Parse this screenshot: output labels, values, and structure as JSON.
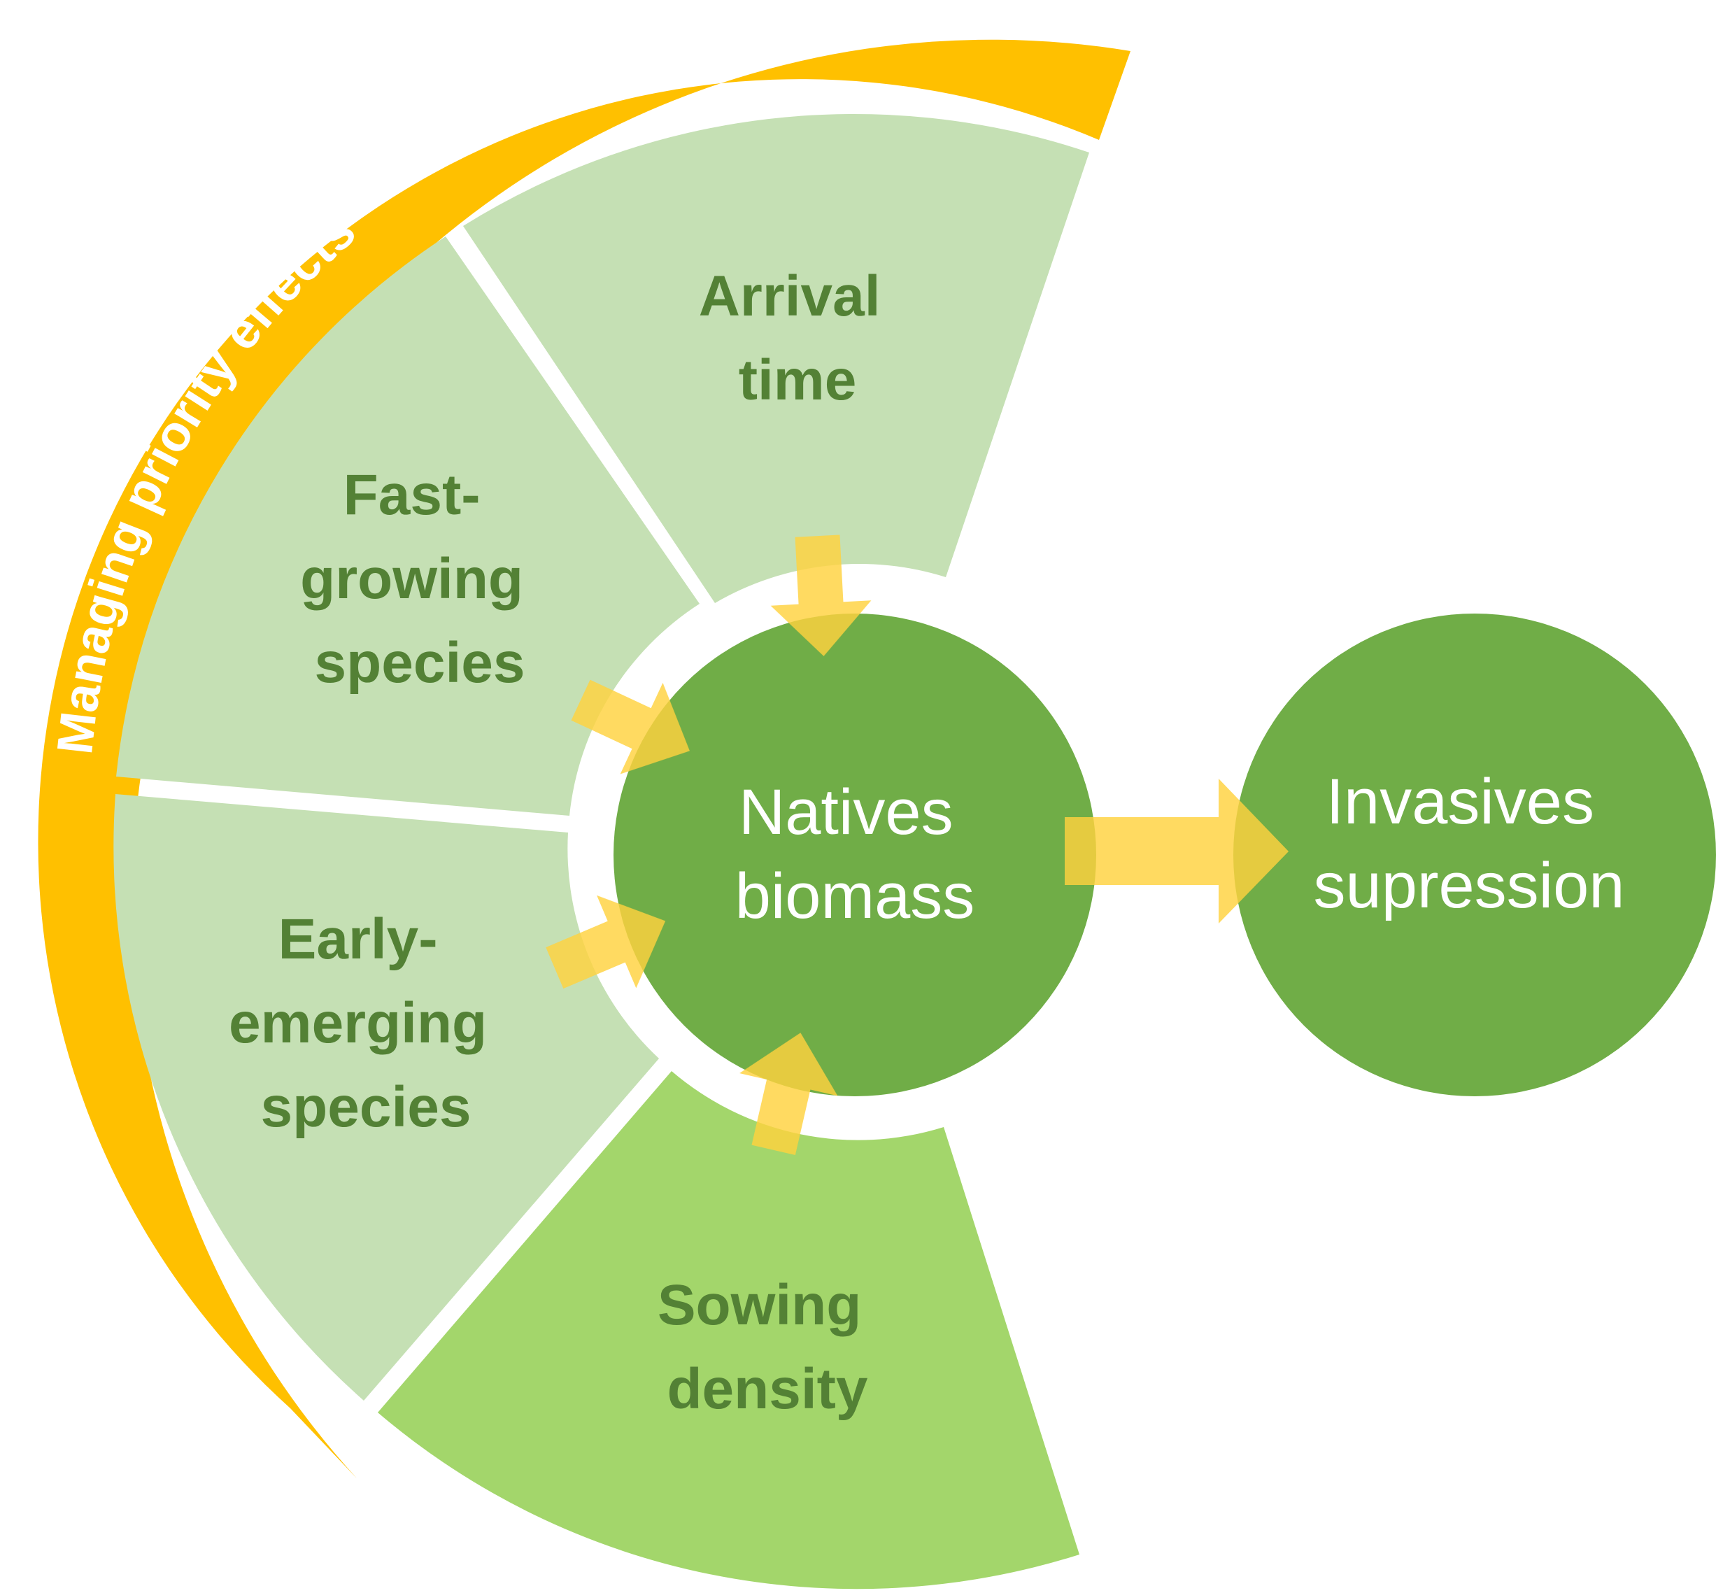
{
  "band": {
    "label": "Managing priority effects"
  },
  "segments": [
    {
      "id": "arrival",
      "lines": [
        "Arrival",
        "time"
      ]
    },
    {
      "id": "fast",
      "lines": [
        "Fast-",
        "growing",
        "species"
      ]
    },
    {
      "id": "early",
      "lines": [
        "Early-",
        "emerging",
        "species"
      ]
    },
    {
      "id": "sowing",
      "lines": [
        "Sowing",
        "density"
      ]
    }
  ],
  "natives": {
    "lines": [
      "Natives",
      "biomass"
    ]
  },
  "invasives": {
    "lines": [
      "Invasives",
      "supression"
    ]
  },
  "colors": {
    "band": "#ffc000",
    "segment_light": "#c5e0b4",
    "segment_sowing": "#a3d66b",
    "circle": "#70ad47",
    "segment_text": "#538135",
    "arrow": "#ffd23f"
  }
}
